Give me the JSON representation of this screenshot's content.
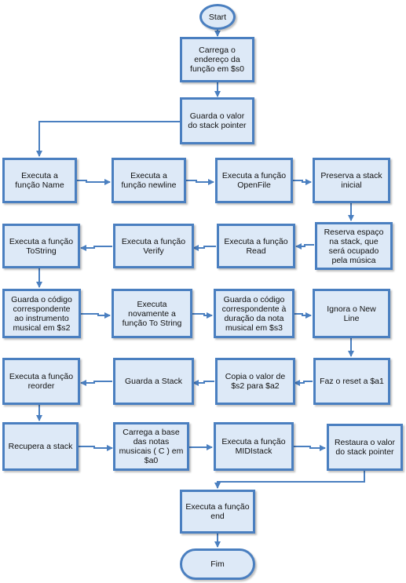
{
  "nodes": {
    "start": "Start",
    "carrega_endereco": "Carrega o endereço da função em $s0",
    "guarda_sp": "Guarda o valor do stack pointer",
    "exec_name": "Executa a função Name",
    "exec_newline": "Executa a função newline",
    "exec_openfile": "Executa a função OpenFile",
    "preserva_stack": "Preserva a stack inicial",
    "exec_tostring": "Executa a função ToString",
    "exec_verify": "Executa a função Verify",
    "exec_read": "Executa a função Read",
    "reserva_espaco": "Reserva espaço na stack, que será ocupado pela música",
    "guarda_codigo_instr": "Guarda o código correspondente ao instrumento musical em $s2",
    "exec_novamente_tostring": "Executa novamente a função To String",
    "guarda_codigo_dur": "Guarda o código correspondente à duração da nota musical em $s3",
    "ignora_newline": "Ignora o New Line",
    "exec_reorder": "Executa a função reorder",
    "guarda_stack": "Guarda a Stack",
    "copia_valor": "Copia o valor de $s2 para $a2",
    "reset_a1": "Faz o reset a $a1",
    "recupera_stack": "Recupera a stack",
    "carrega_base": "Carrega a base das notas musicais ( C ) em $a0",
    "exec_midistack": "Executa a função MIDIstack",
    "restaura_sp": "Restaura o valor do stack pointer",
    "exec_end": "Executa a função end",
    "fim": "Fim"
  },
  "colors": {
    "box_fill": "#dde9f7",
    "box_border": "#4a7fc0",
    "arrow": "#4a7fc0"
  }
}
